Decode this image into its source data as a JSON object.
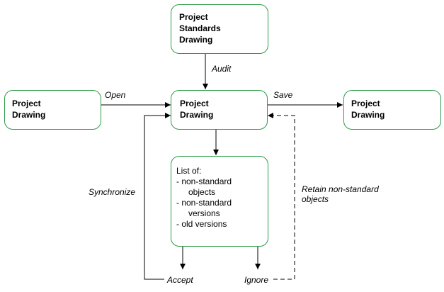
{
  "boxes": {
    "standards": [
      "Project",
      "Standards",
      "Drawing"
    ],
    "left": [
      "Project",
      "Drawing"
    ],
    "center": [
      "Project",
      "Drawing"
    ],
    "right": [
      "Project",
      "Drawing"
    ]
  },
  "list": {
    "heading": "List of:",
    "items": [
      "- non-standard",
      "objects",
      "- non-standard",
      "versions",
      "- old versions"
    ]
  },
  "labels": {
    "audit": "Audit",
    "open": "Open",
    "save": "Save",
    "synchronize": "Synchronize",
    "retain": [
      "Retain non-standard",
      "objects"
    ],
    "accept": "Accept",
    "ignore": "Ignore"
  },
  "colors": {
    "box_border": "#2e9a4a",
    "line": "#000000"
  }
}
